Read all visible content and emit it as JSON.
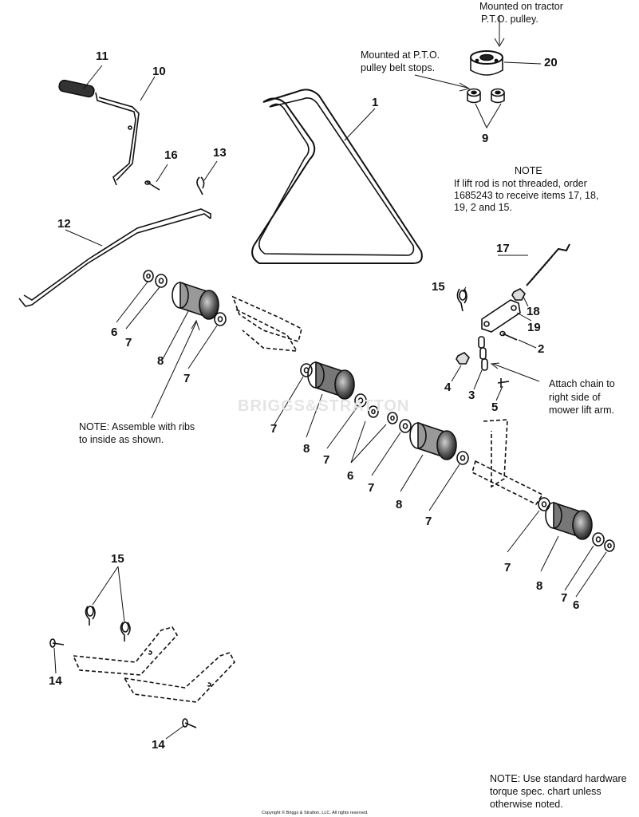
{
  "watermark": "BRIGGS&STRATTON",
  "notes": {
    "tractor_top": "Mounted on tractor",
    "tractor_bottom": "P.T.O. pulley.",
    "belt_stops_top": "Mounted at P.T.O.",
    "belt_stops_bottom": "pulley belt stops.",
    "lift_rod_heading": "NOTE",
    "lift_rod_1": "If lift rod is not threaded, order",
    "lift_rod_2": "1685243 to receive items 17, 18,",
    "lift_rod_3": "19, 2 and 15.",
    "chain_1": "Attach chain to",
    "chain_2": "right side of",
    "chain_3": "mower lift arm.",
    "ribs_1": "NOTE: Assemble with ribs",
    "ribs_2": "to inside as shown.",
    "hardware_1": "NOTE: Use standard hardware",
    "hardware_2": "torque spec. chart unless",
    "hardware_3": "otherwise noted."
  },
  "callouts": [
    "1",
    "2",
    "3",
    "4",
    "5",
    "6",
    "7",
    "8",
    "9",
    "10",
    "11",
    "12",
    "13",
    "14",
    "15",
    "16",
    "17",
    "18",
    "19",
    "20"
  ],
  "copyright": "Copyright © Briggs & Stratton, LLC. All rights reserved."
}
